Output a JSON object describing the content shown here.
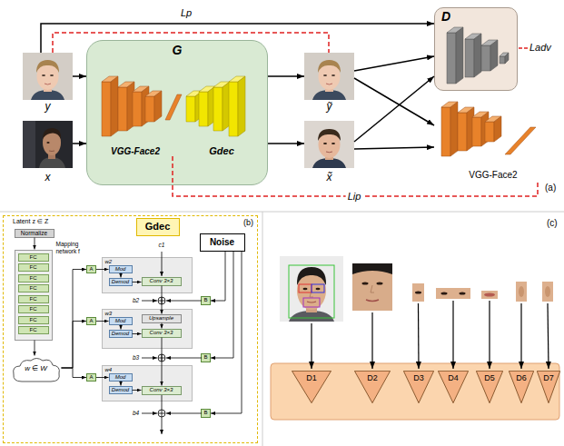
{
  "diagram": {
    "nodes": [
      {
        "text": [
          "G"
        ]
      },
      {
        "text": [
          "VGG-Face2"
        ],
        "in": 0
      },
      {
        "text": [
          "Gdec"
        ],
        "in": 0
      },
      {
        "text": [
          "y"
        ]
      },
      {
        "text": [
          "x"
        ]
      },
      {
        "text": [
          "ỹ"
        ]
      },
      {
        "text": [
          "x̃"
        ]
      },
      {
        "text": [
          "D"
        ]
      },
      {
        "text": [
          "VGG-Face2"
        ]
      },
      {
        "text": [
          "(b)"
        ]
      },
      {
        "text": [
          "Normalize"
        ],
        "in": 9
      },
      {
        "text": [
          "Mapping network f"
        ],
        "in": 9
      },
      {
        "text": [
          "FC"
        ],
        "in": 11
      },
      {
        "text": [
          "FC"
        ],
        "in": 11
      },
      {
        "text": [
          "FC"
        ],
        "in": 11
      },
      {
        "text": [
          "FC"
        ],
        "in": 11
      },
      {
        "text": [
          "FC"
        ],
        "in": 11
      },
      {
        "text": [
          "FC"
        ],
        "in": 11
      },
      {
        "text": [
          "FC"
        ],
        "in": 11
      },
      {
        "text": [
          "FC"
        ],
        "in": 11
      },
      {
        "text": [
          "w ∈ W"
        ],
        "in": 9
      },
      {
        "text": [
          "Gdec"
        ],
        "in": 9
      },
      {
        "text": [
          "Noise"
        ],
        "in": 9
      },
      {
        "text": [
          "w2"
        ],
        "in": 9
      },
      {
        "text": [
          "Mod"
        ],
        "in": 23
      },
      {
        "text": [
          "Demod"
        ],
        "in": 23
      },
      {
        "text": [
          "Conv 3×3"
        ],
        "in": 23
      },
      {
        "text": [
          "w3"
        ],
        "in": 9
      },
      {
        "text": [
          "Mod"
        ],
        "in": 27
      },
      {
        "text": [
          "Demod"
        ],
        "in": 27
      },
      {
        "text": [
          "Upsample"
        ],
        "in": 27
      },
      {
        "text": [
          "Conv 3×3"
        ],
        "in": 27
      },
      {
        "text": [
          "w4"
        ],
        "in": 9
      },
      {
        "text": [
          "Mod"
        ],
        "in": 32
      },
      {
        "text": [
          "Demod"
        ],
        "in": 32
      },
      {
        "text": [
          "Conv 3×3"
        ],
        "in": 32
      },
      {
        "text": [
          "A"
        ],
        "in": 9
      },
      {
        "text": [
          "A"
        ],
        "in": 9
      },
      {
        "text": [
          "A"
        ],
        "in": 9
      },
      {
        "text": [
          "B"
        ],
        "in": 9
      },
      {
        "text": [
          "B"
        ],
        "in": 9
      },
      {
        "text": [
          "B"
        ],
        "in": 9
      },
      {
        "text": [
          "D1"
        ]
      },
      {
        "text": [
          "D2"
        ]
      },
      {
        "text": [
          "D3"
        ]
      },
      {
        "text": [
          "D4"
        ]
      },
      {
        "text": [
          "D5"
        ]
      },
      {
        "text": [
          "D6"
        ]
      },
      {
        "text": [
          "D7"
        ]
      }
    ],
    "edges": [
      {
        "from": 3,
        "to": 0,
        "arrow": "to"
      },
      {
        "from": 4,
        "to": 0,
        "arrow": "to"
      },
      {
        "from": 0,
        "to": 5,
        "arrow": "to"
      },
      {
        "from": 0,
        "to": 6,
        "arrow": "to"
      },
      {
        "from": 3,
        "to": 7,
        "arrow": "to"
      },
      {
        "from": 5,
        "to": 7,
        "arrow": "to"
      },
      {
        "from": 5,
        "to": 8,
        "arrow": "to"
      },
      {
        "from": 6,
        "to": 7,
        "arrow": "to"
      },
      {
        "from": 6,
        "to": 8,
        "arrow": "to"
      },
      {
        "from": 3,
        "to": 5,
        "label": "Lp",
        "arrow": "none"
      },
      {
        "from": 1,
        "to": 8,
        "label": "Lip",
        "arrow": "none"
      },
      {
        "from": 10,
        "to": 11,
        "arrow": "to"
      },
      {
        "from": 11,
        "to": 20,
        "arrow": "to"
      },
      {
        "from": 20,
        "to": 36,
        "arrow": "to"
      },
      {
        "from": 20,
        "to": 37,
        "arrow": "to"
      },
      {
        "from": 20,
        "to": 38,
        "arrow": "to"
      },
      {
        "from": 36,
        "to": 24,
        "arrow": "to"
      },
      {
        "from": 37,
        "to": 28,
        "arrow": "to"
      },
      {
        "from": 38,
        "to": 33,
        "arrow": "to"
      },
      {
        "from": 24,
        "to": 25,
        "arrow": "to"
      },
      {
        "from": 25,
        "to": 26,
        "arrow": "to"
      },
      {
        "from": 28,
        "to": 29,
        "arrow": "to"
      },
      {
        "from": 29,
        "to": 31,
        "arrow": "to"
      },
      {
        "from": 30,
        "to": 31,
        "arrow": "to"
      },
      {
        "from": 33,
        "to": 34,
        "arrow": "to"
      },
      {
        "from": 34,
        "to": 35,
        "arrow": "to"
      },
      {
        "from": 26,
        "to": 30,
        "arrow": "to"
      },
      {
        "from": 31,
        "to": 35,
        "arrow": "to"
      },
      {
        "from": 22,
        "to": 39,
        "arrow": "to"
      },
      {
        "from": 22,
        "to": 40,
        "arrow": "to"
      },
      {
        "from": 22,
        "to": 41,
        "arrow": "to"
      }
    ],
    "labels": [
      "Ladv",
      "(a)",
      "Latent z ∈ Z",
      "c1",
      "b2",
      "b3",
      "b4",
      "(c)"
    ]
  }
}
